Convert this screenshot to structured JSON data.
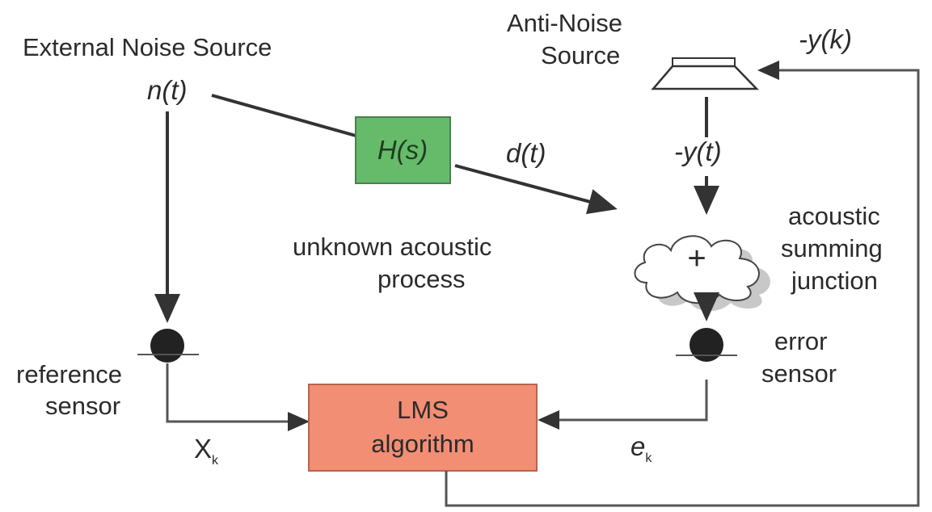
{
  "labels": {
    "external_noise_source": "External Noise Source",
    "n_t": "n(t)",
    "anti_noise_line1": "Anti-Noise",
    "anti_noise_line2": "Source",
    "neg_y_k": "-y(k)",
    "h_s": "H(s)",
    "d_t": "d(t)",
    "neg_y_t": "-y(t)",
    "unknown_line1": "unknown acoustic",
    "unknown_line2": "process",
    "acoustic_line1": "acoustic",
    "acoustic_line2": "summing",
    "acoustic_line3": "junction",
    "plus": "+",
    "reference_line1": "reference",
    "reference_line2": "sensor",
    "error_line1": "error",
    "error_line2": "sensor",
    "lms_line1": "LMS",
    "lms_line2": "algorithm",
    "x_k": "X",
    "x_k_sub": "k",
    "e_k": "e",
    "e_k_sub": "k"
  },
  "colors": {
    "h_box_fill": "#66bb6a",
    "h_box_stroke": "#4a7f4c",
    "lms_box_fill": "#f28e74",
    "lms_box_stroke": "#b8644d",
    "line": "#444444",
    "sensor": "#222222",
    "cloud_shadow": "#c8c8c8"
  }
}
